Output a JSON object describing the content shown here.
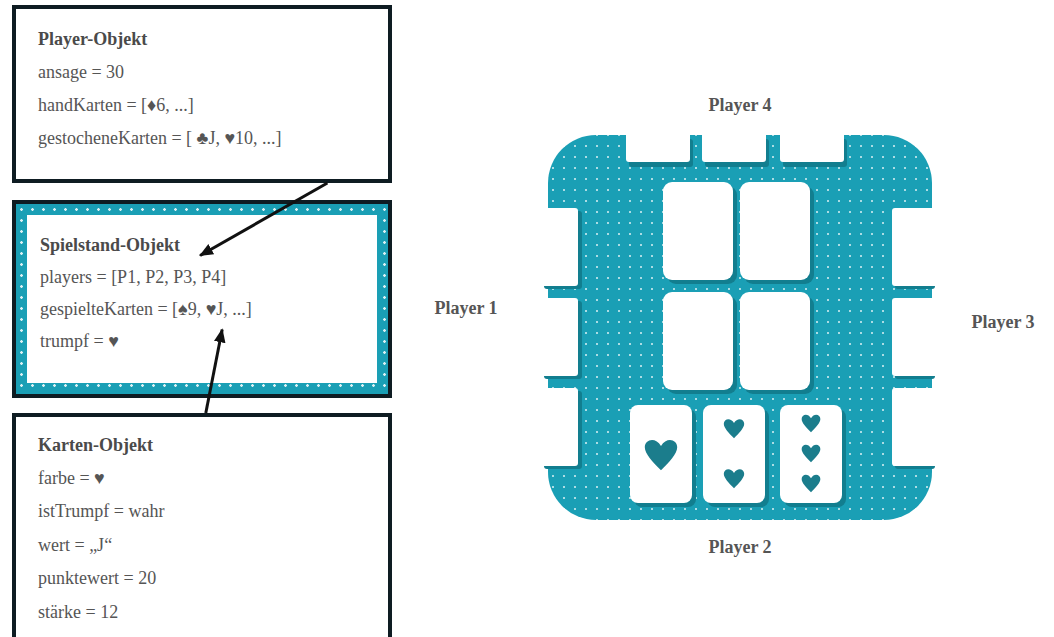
{
  "diagram": {
    "nodes": [
      {
        "text": [
          "Player-Objekt",
          "ansage = 30",
          "handKarten = [♦6, ...]",
          "gestocheneKarten = [ ♣J, ♥10, ...]"
        ]
      },
      {
        "text": [
          "Spielstand-Objekt",
          "players = [P1, P2, P3, P4]",
          "gespielteKarten = [♠9, ♥J, ...]",
          "trumpf = ♥"
        ]
      },
      {
        "text": [
          "Karten-Objekt",
          "farbe = ♥",
          "istTrumpf = wahr",
          "wert = „J“",
          "punktewert = 20",
          "stärke = 12"
        ]
      }
    ],
    "edges": [
      {
        "from": 0,
        "to": 1,
        "arrow": "to"
      },
      {
        "from": 2,
        "to": 1,
        "arrow": "to"
      }
    ],
    "labels": [
      "Player 4",
      "Player 1",
      "Player 3",
      "Player 2"
    ]
  }
}
